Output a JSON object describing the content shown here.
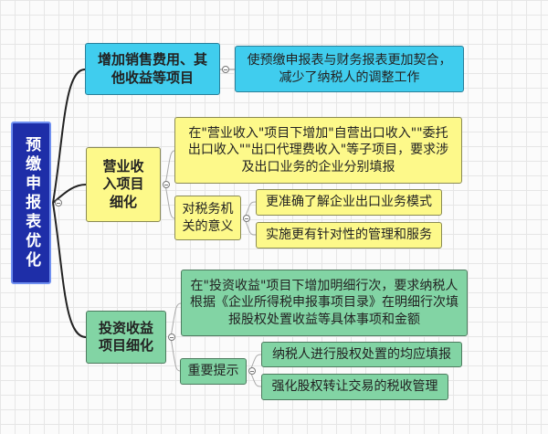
{
  "root": {
    "label": "预缴申报表优化"
  },
  "branches": [
    {
      "label": "增加销售费用、其他收益等项目",
      "color": "#40cdee",
      "children": [
        {
          "label": "使预缴申报表与财务报表更加契合，减少了纳税人的调整工作"
        }
      ]
    },
    {
      "label": "营业收入项目细化",
      "color": "#fdf98a",
      "children": [
        {
          "label": "在\"营业收入\"项目下增加\"自营出口收入\"\"委托出口收入\"\"出口代理费收入\"等子项目，要求涉及出口业务的企业分别填报"
        },
        {
          "label": "对税务机关的意义",
          "children": [
            {
              "label": "更准确了解企业出口业务模式"
            },
            {
              "label": "实施更有针对性的管理和服务"
            }
          ]
        }
      ]
    },
    {
      "label": "投资收益项目细化",
      "color": "#82d4a4",
      "children": [
        {
          "label": "在\"投资收益\"项目下增加明细行次，要求纳税人根据《企业所得税申报事项目录》在明细行次填报股权处置收益等具体事项和金额"
        },
        {
          "label": "重要提示",
          "children": [
            {
              "label": "纳税人进行股权处置的均应填报"
            },
            {
              "label": "强化股权转让交易的税收管理"
            }
          ]
        }
      ]
    }
  ]
}
